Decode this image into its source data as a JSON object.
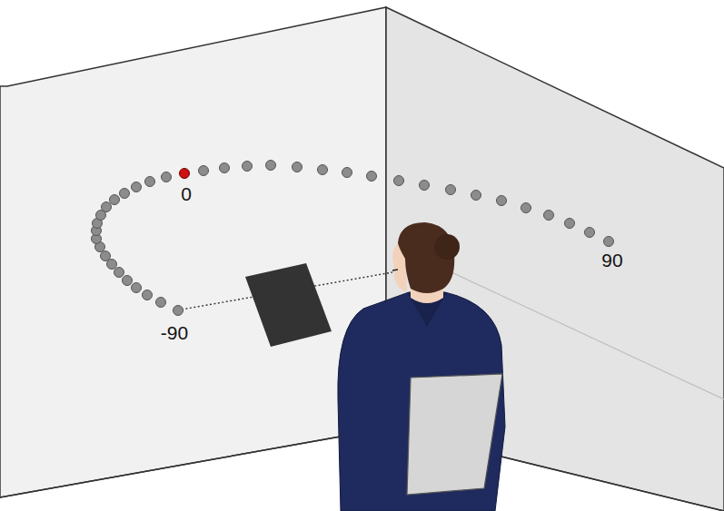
{
  "diagram": {
    "labels": [
      "0",
      "-90",
      "90"
    ]
  }
}
